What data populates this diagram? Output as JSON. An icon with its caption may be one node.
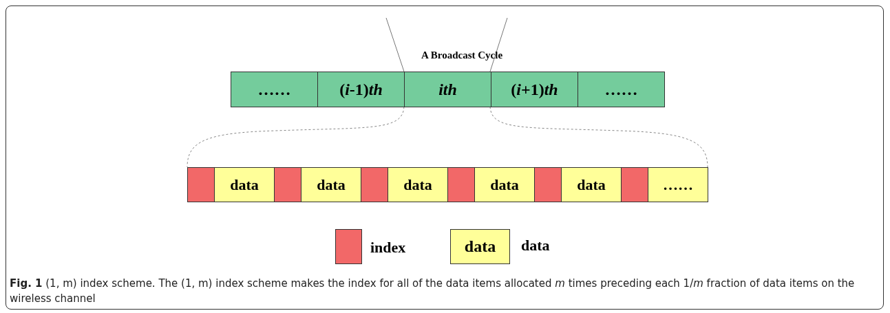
{
  "diagram": {
    "caption": "**Fig. 1** (1, m) index scheme. The (1, m) index scheme makes the index for all of the data items allocated *m* times preceding each 1/*m* fraction of data items on the wireless channel",
    "nodes": [
      {
        "text": [
          "……"
        ]
      },
      {
        "text": [
          "(*i*-1)*th*"
        ]
      },
      {
        "text": [
          "ith"
        ]
      },
      {
        "text": [
          "(*i*+1)*th*"
        ]
      },
      {
        "text": [
          "……"
        ]
      },
      {
        "text": [],
        "shape": "box"
      },
      {
        "text": [
          "data"
        ]
      },
      {
        "text": [],
        "shape": "box"
      },
      {
        "text": [
          "data"
        ]
      },
      {
        "text": [],
        "shape": "box"
      },
      {
        "text": [
          "data"
        ]
      },
      {
        "text": [],
        "shape": "box"
      },
      {
        "text": [
          "data"
        ]
      },
      {
        "text": [],
        "shape": "box"
      },
      {
        "text": [
          "data"
        ]
      },
      {
        "text": [],
        "shape": "box"
      },
      {
        "text": [
          "……"
        ]
      }
    ],
    "edges": [],
    "labels": [
      "A Broadcast Cycle",
      "data"
    ],
    "legend": [
      {
        "text": "index",
        "color": "#f26868"
      },
      {
        "text": "data",
        "color": "#ffff99"
      }
    ]
  }
}
